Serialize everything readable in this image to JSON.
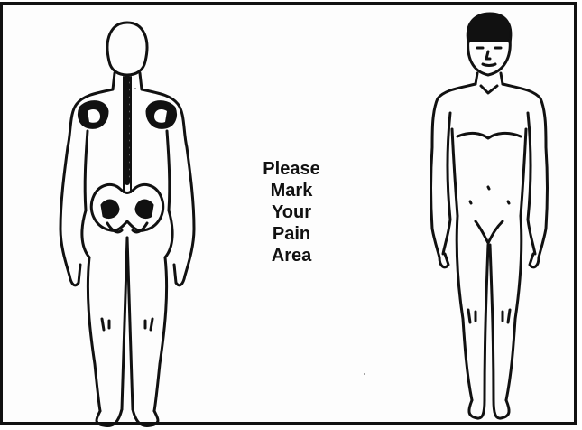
{
  "form": {
    "instruction_lines": [
      "Please",
      "Mark",
      "Your",
      "Pain",
      "Area"
    ]
  },
  "figures": {
    "back_view_icon": "human-body-back-icon",
    "front_view_icon": "human-body-front-icon"
  },
  "colors": {
    "ink": "#111111",
    "paper": "#fdfdfd"
  }
}
